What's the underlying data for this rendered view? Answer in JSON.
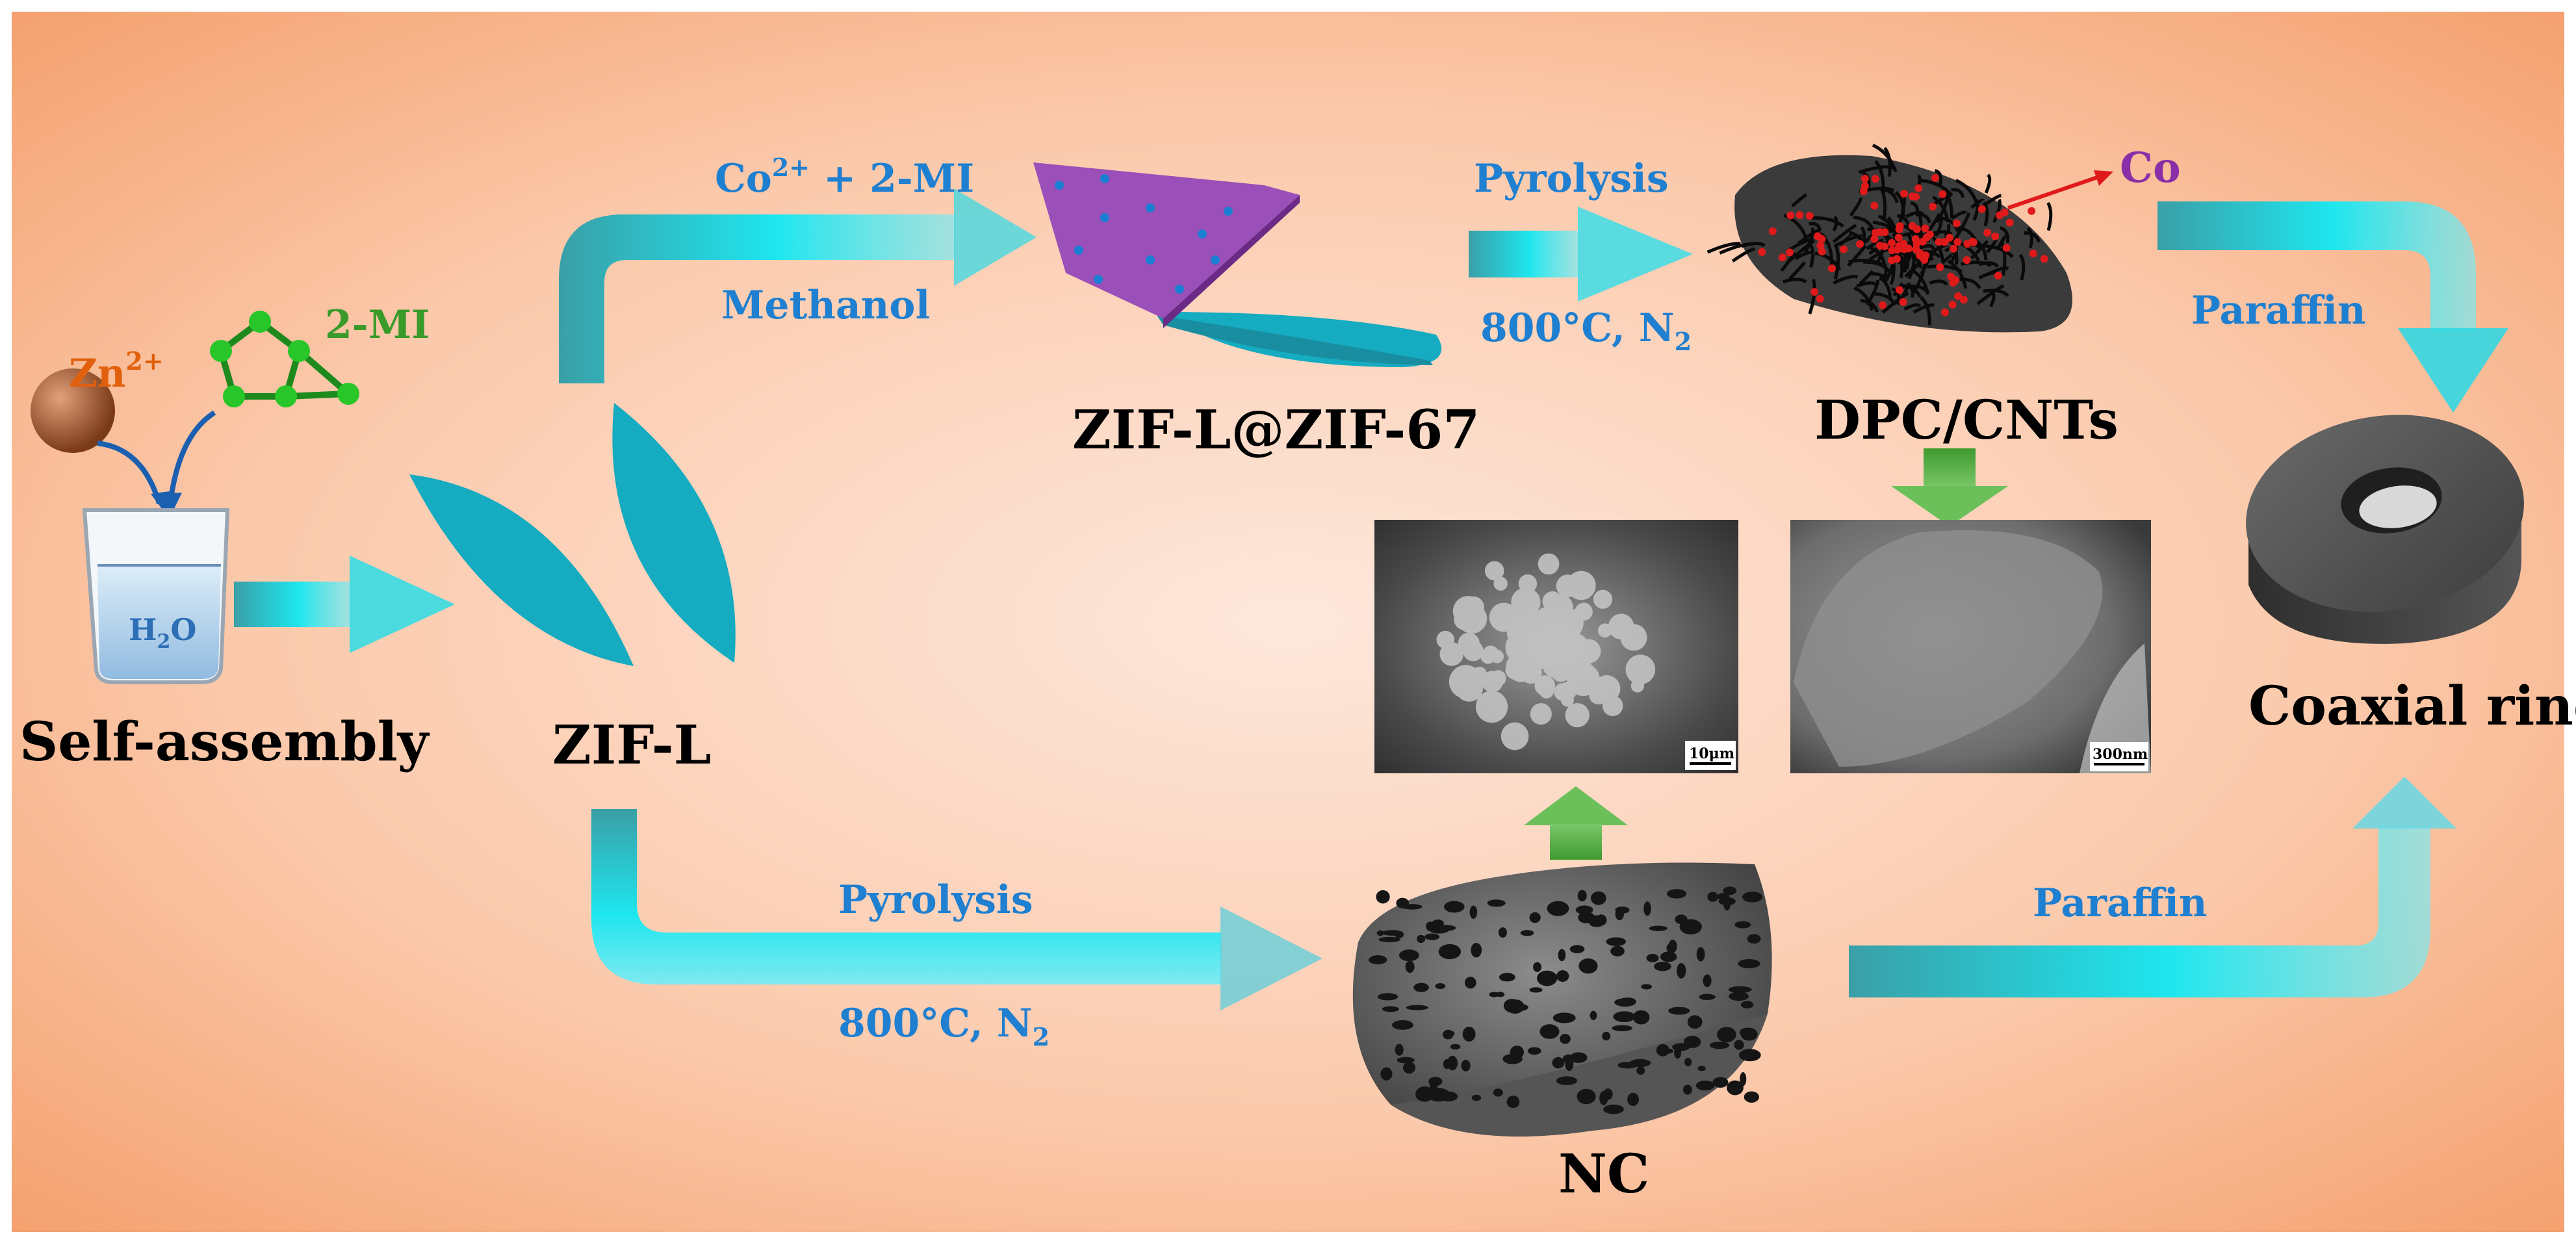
{
  "labels": {
    "self_assembly": "Self-assembly",
    "zif_l": "ZIF-L",
    "zif_l_at_zif_67": "ZIF-L@ZIF-67",
    "dpc_cnts": "DPC/CNTs",
    "nc": "NC",
    "coaxial_ring": "Coaxial ring",
    "co": "Co"
  },
  "reagents": {
    "zn_base": "Zn",
    "zn_sup": "2+",
    "two_mi": "2-MI",
    "h2o_main": "H",
    "h2o_sub": "2",
    "h2o_end": "O"
  },
  "conditions": {
    "co_base": "Co",
    "co_sup": "2+",
    "co_rest": " + 2-MI",
    "methanol": "Methanol",
    "pyrolysis_top": "Pyrolysis",
    "temp_top": "800°C, N",
    "temp_top_sub": "2",
    "paraffin_top": "Paraffin",
    "pyrolysis_bottom": "Pyrolysis",
    "temp_bottom": "800°C, N",
    "temp_bottom_sub": "2",
    "paraffin_bottom": "Paraffin"
  },
  "scale_bars": {
    "nc_sem": "10μm",
    "dpc_sem": "300nm"
  },
  "colors": {
    "arrow_cyan": "#1ee0ea",
    "arrow_teal": "#2aa3b3",
    "leaf_teal": "#15abc1",
    "zif67_purple": "#9b4fb8",
    "green_arrow": "#4fa83a",
    "zn_label": "#e0600d",
    "mi_label": "#3a9a2a",
    "co_label": "#8a2fa8",
    "text_blue": "#1f7fd0",
    "ring": "#4a4a4a"
  }
}
